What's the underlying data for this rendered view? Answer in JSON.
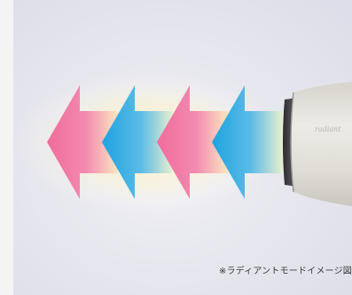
{
  "illustration": {
    "caption": "※ラディアントモードイメージ図",
    "device_brand": "radiant",
    "colors": {
      "pink": "#f06c9c",
      "blue": "#1ea3e0",
      "glow": "#fff4b8",
      "body": "#e2e0d8",
      "background": "#e4e4ee"
    },
    "arrow_sequence": [
      "pink",
      "blue",
      "pink",
      "blue"
    ],
    "arrow_direction": "left"
  }
}
